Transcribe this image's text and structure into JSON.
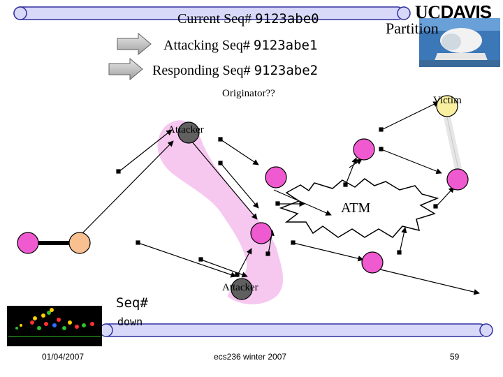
{
  "header": {
    "current_label": "Current Seq#",
    "current_value": "9123abe0",
    "attacking_label": "Attacking Seq#",
    "attacking_value": "9123abe1",
    "responding_label": "Responding Seq#",
    "responding_value": "9123abe2",
    "logo_uc": "UC",
    "logo_davis": "DAVIS",
    "partition_label": "Partition"
  },
  "diagram": {
    "originator_label": "Originator??",
    "victim_label": "Victim",
    "attacker_top_label": "Attacker",
    "attacker_bottom_label": "Attacker",
    "atm_label": "ATM"
  },
  "bottom": {
    "seq_label": "Seq#",
    "down_label": "down"
  },
  "footer": {
    "date": "01/04/2007",
    "course": "ecs236 winter 2007",
    "page": "59"
  },
  "colors": {
    "node_pink": "#f05ad0",
    "node_peach": "#f8c090",
    "node_attacker": "#606060",
    "node_victim": "#f8f0a0",
    "bar_fill": "#d8d8f8",
    "bar_stroke": "#3030a0",
    "highlight": "#f6c8f0"
  }
}
